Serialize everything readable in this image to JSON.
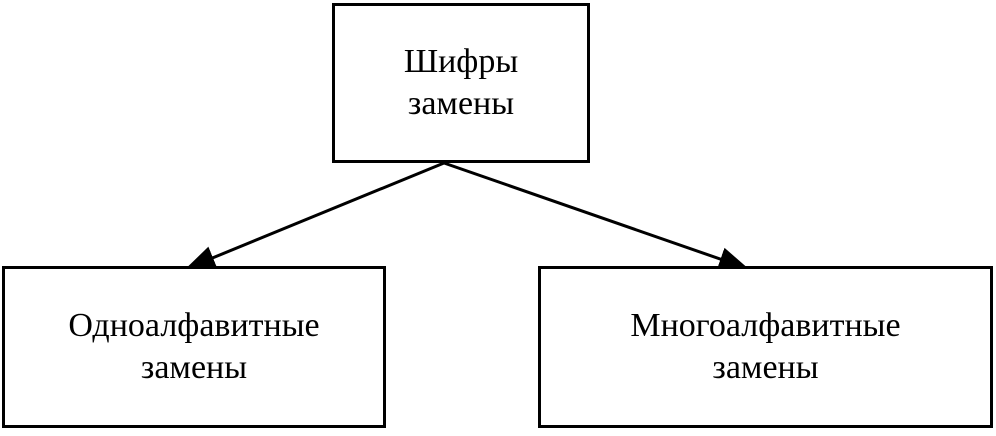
{
  "diagram": {
    "root": {
      "line1": "Шифры",
      "line2": "замены"
    },
    "children": [
      {
        "line1": "Одноалфавитные",
        "line2": "замены"
      },
      {
        "line1": "Многоалфавитные",
        "line2": "замены"
      }
    ],
    "stroke_color": "#000000"
  }
}
